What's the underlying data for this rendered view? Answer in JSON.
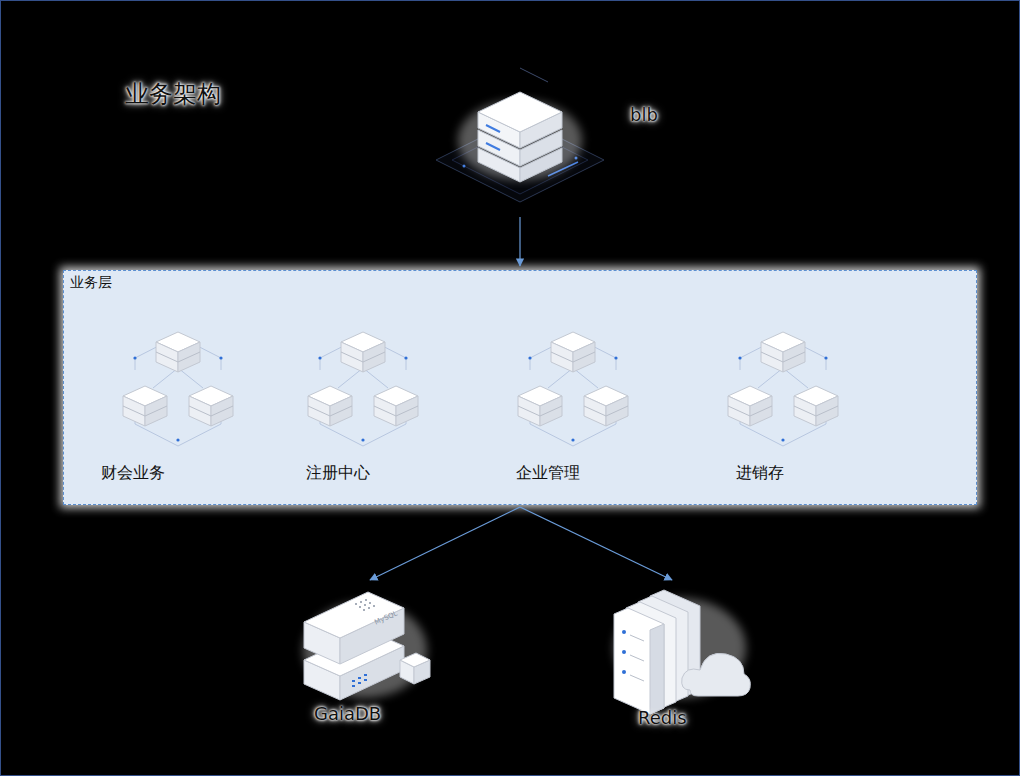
{
  "diagram": {
    "title": "业务架构",
    "nodes": [
      {
        "text": [
          "blb"
        ]
      },
      {
        "text": [
          "业务层"
        ]
      },
      {
        "text": [
          "财会业务"
        ],
        "in": 1
      },
      {
        "text": [
          "注册中心"
        ],
        "in": 1
      },
      {
        "text": [
          "企业管理"
        ],
        "in": 1
      },
      {
        "text": [
          "进销存"
        ],
        "in": 1
      },
      {
        "text": [
          "GaiaDB"
        ]
      },
      {
        "text": [
          "Redis"
        ]
      }
    ],
    "edges": [
      {
        "from": 0,
        "to": 1,
        "arrow": "to"
      },
      {
        "from": 1,
        "to": 6,
        "arrow": "to"
      },
      {
        "from": 1,
        "to": 7,
        "arrow": "to"
      }
    ],
    "labels": [
      "MySQL"
    ]
  }
}
